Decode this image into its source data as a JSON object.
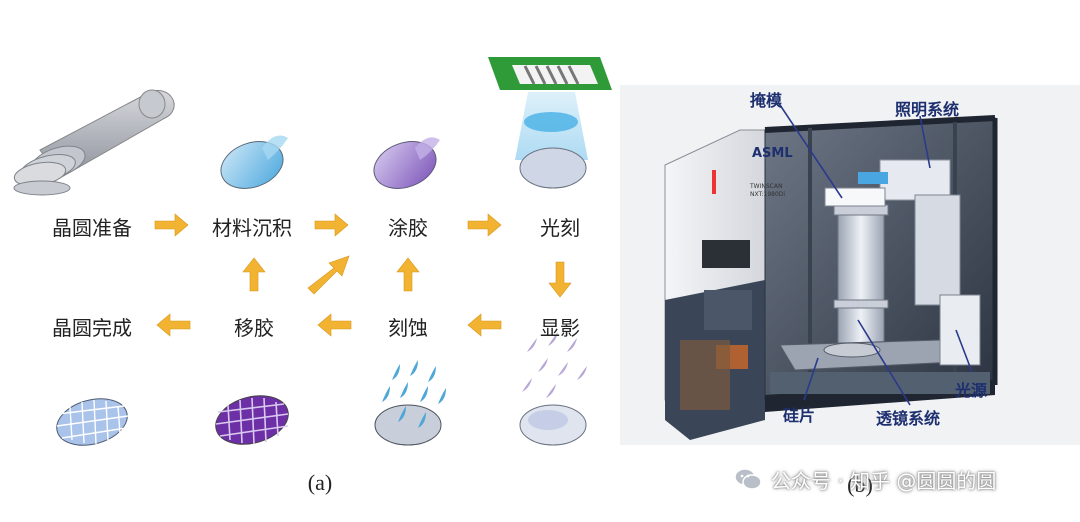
{
  "panel_a": {
    "steps": {
      "wafer_prep": "晶圆准备",
      "deposition": "材料沉积",
      "coating": "涂胶",
      "lithography": "光刻",
      "developing": "显影",
      "etching": "刻蚀",
      "stripping": "移胶",
      "wafer_done": "晶圆完成"
    },
    "caption": "(a)",
    "colors": {
      "arrow": "#f1b331",
      "wafer_gray": "#bcc0c8",
      "wafer_blue": "#6fb3e5",
      "wafer_purple": "#8a62c2",
      "mask_green": "#2e9a38"
    }
  },
  "panel_b": {
    "labels": {
      "mask": "掩模",
      "illumination": "照明系统",
      "wafer": "硅片",
      "lens": "透镜系统",
      "light_source": "光源"
    },
    "machine_brand": "ASML",
    "machine_model_1": "TWINSCAN",
    "machine_model_2": "NXT:1980Di",
    "caption": "(b)"
  },
  "watermark": {
    "text": "公众号 · 知乎 @圆圆的圆",
    "icon": "wechat-icon"
  }
}
